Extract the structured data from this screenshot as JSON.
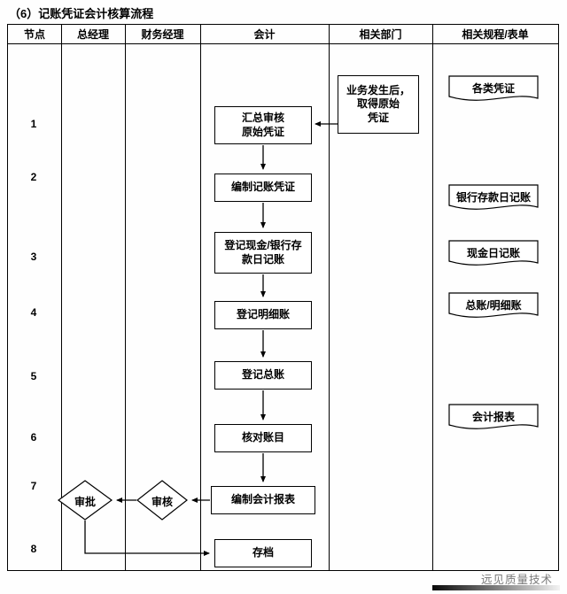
{
  "title": "（6）记账凭证会计核算流程",
  "table": {
    "headers": [
      "节点",
      "总经理",
      "财务经理",
      "会计",
      "相关部门",
      "相关规程/表单"
    ]
  },
  "nodes": [
    "1",
    "2",
    "3",
    "4",
    "5",
    "6",
    "7",
    "8"
  ],
  "flow": {
    "business_box": "业务发生后，\n取得原始\n凭证",
    "steps": [
      "汇总审核\n原始凭证",
      "编制记账凭证",
      "登记现金/银行存\n款日记账",
      "登记明细账",
      "登记总账",
      "核对账目",
      "编制会计报表",
      "存档"
    ],
    "decisions": {
      "review": "审核",
      "approve": "审批"
    }
  },
  "documents": [
    "各类凭证",
    "银行存款日记账",
    "现金日记账",
    "总账/明细账",
    "会计报表"
  ],
  "footer": {
    "brand": "远见质量技术"
  },
  "colors": {
    "line": "#000000",
    "background": "#ffffff"
  }
}
